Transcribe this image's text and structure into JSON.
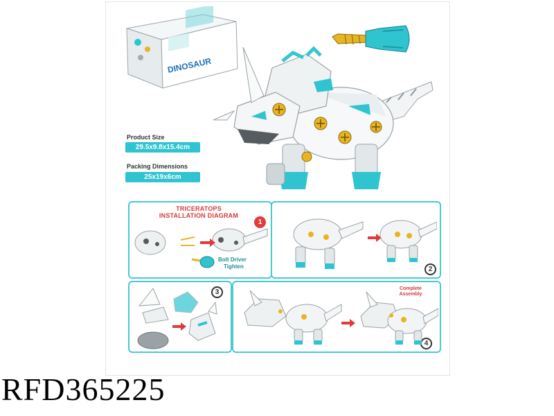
{
  "box": {
    "brand_text": "DINOSAUR"
  },
  "specs": {
    "product_size_label": "Product Size",
    "product_size_value": "29.5x9.8x15.4cm",
    "packing_label": "Packing Dimensions",
    "packing_value": "25x19x6cm"
  },
  "instructions": {
    "title_line1": "TRICERATOPS",
    "title_line2": "INSTALLATION DIAGRAM",
    "tool_line1": "Bolt Driver",
    "tool_line2": "Tighten",
    "complete_line1": "Complete",
    "complete_line2": "Assembly",
    "steps": [
      "1",
      "2",
      "3",
      "4"
    ]
  },
  "product_code": "RFD365225",
  "colors": {
    "accent_teal": "#2fc4cf",
    "panel_border": "#49c9d3",
    "bolt_gold": "#e8b521",
    "arrow_red": "#e03a3a"
  }
}
